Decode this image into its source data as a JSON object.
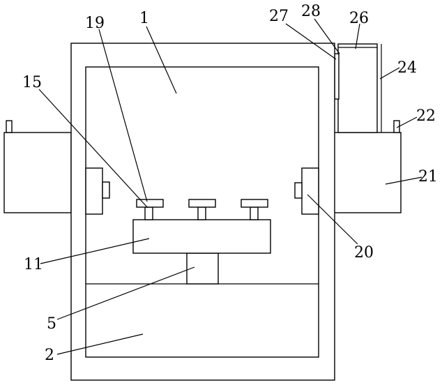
{
  "figure": {
    "labels": {
      "l1": "1",
      "l2": "2",
      "l5": "5",
      "l11": "11",
      "l15": "15",
      "l19": "19",
      "l20": "20",
      "l21": "21",
      "l22": "22",
      "l24": "24",
      "l26": "26",
      "l27": "27",
      "l28": "28"
    }
  }
}
